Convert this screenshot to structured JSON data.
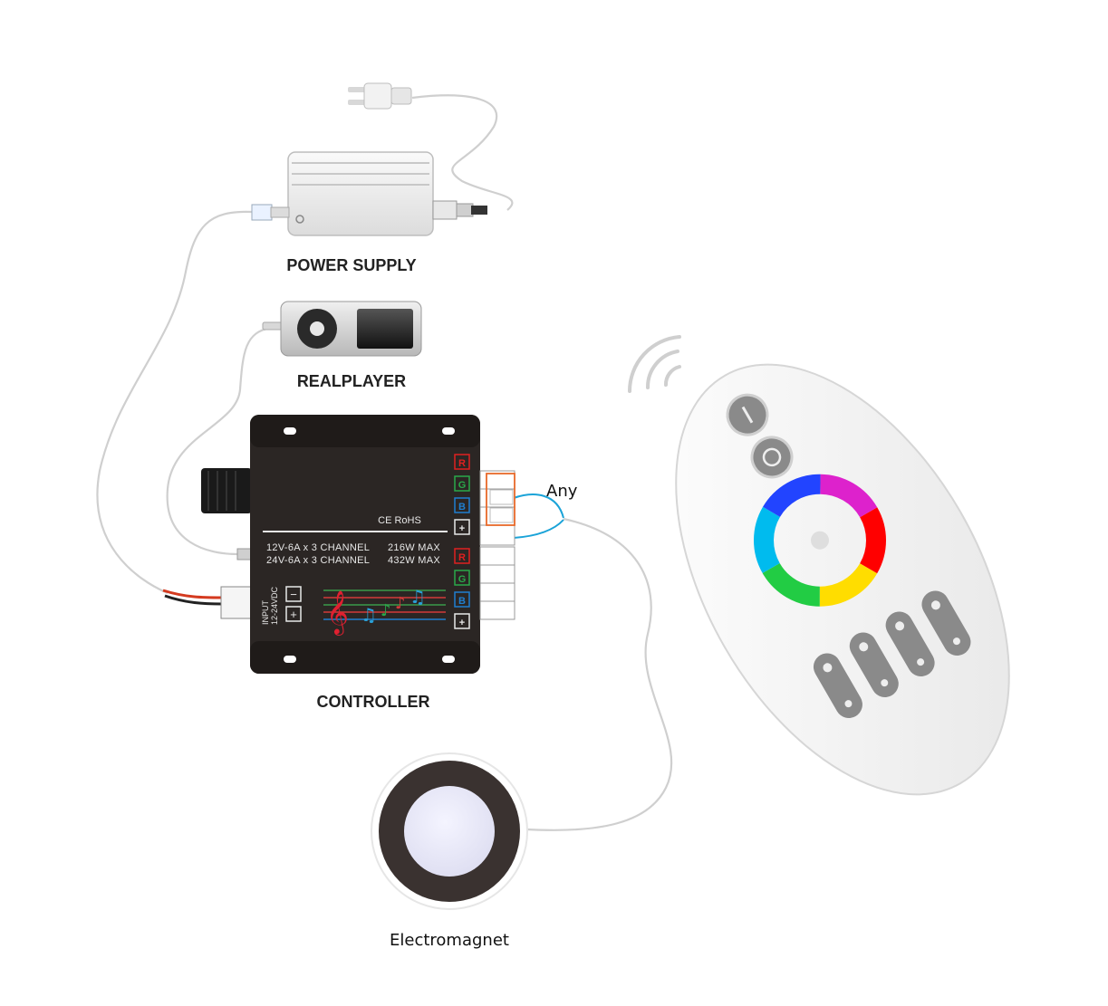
{
  "labels": {
    "power_supply": "POWER SUPPLY",
    "realplayer": "REALPLAYER",
    "controller": "CONTROLLER",
    "electromagnet": "Electromagnet",
    "any": "Any"
  },
  "controller": {
    "certification": "CE RoHS",
    "spec_line_1_left": "12V-6A x 3  CHANNEL",
    "spec_line_1_right": "216W MAX",
    "spec_line_2_left": "24V-6A x 3  CHANNEL",
    "spec_line_2_right": "432W MAX",
    "input_label": "INPUT",
    "input_voltage": "12-24VDC",
    "input_minus": "−",
    "input_plus": "+",
    "terminals_group_1": [
      "R",
      "G",
      "B",
      "+"
    ],
    "terminals_group_2": [
      "R",
      "G",
      "B",
      "+"
    ]
  },
  "colors": {
    "red_terminal": "#e02020",
    "green_terminal": "#2aa84a",
    "blue_terminal": "#1f7fd0",
    "controller_body": "#2b2624",
    "wire_blue": "#1aa3d8",
    "highlight_box": "#e8692a"
  },
  "icons": {
    "plug": "plug-icon",
    "music_notes": "music-notes-icon",
    "wireless_signal": "wireless-signal-icon",
    "color_wheel": "color-wheel-icon"
  }
}
